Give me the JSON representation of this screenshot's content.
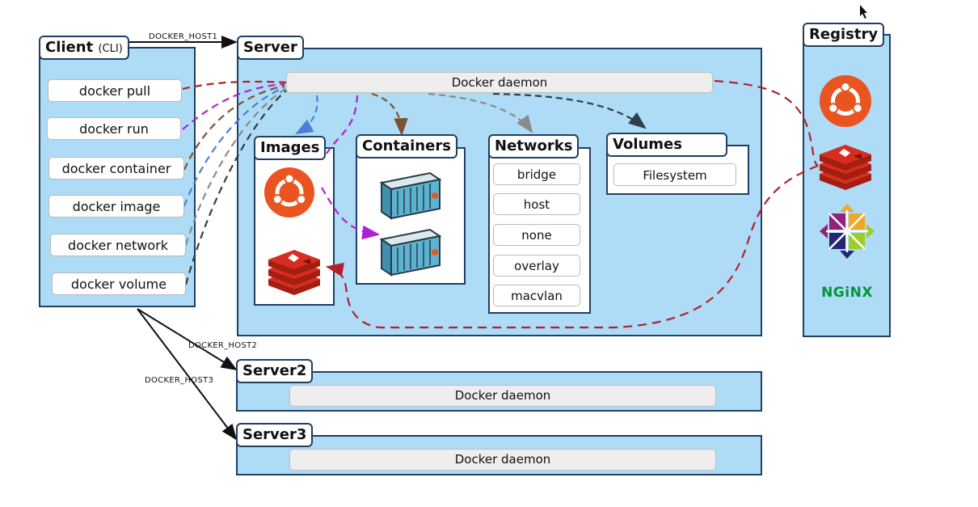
{
  "client": {
    "title": "Client",
    "title_suffix": "(CLI)",
    "commands": [
      "docker pull",
      "docker run",
      "docker container",
      "docker image",
      "docker network",
      "docker volume"
    ]
  },
  "server": {
    "title": "Server",
    "daemon": "Docker daemon",
    "images": {
      "title": "Images"
    },
    "containers": {
      "title": "Containers"
    },
    "networks": {
      "title": "Networks",
      "items": [
        "bridge",
        "host",
        "none",
        "overlay",
        "macvlan"
      ]
    },
    "volumes": {
      "title": "Volumes",
      "items": [
        "Filesystem"
      ]
    }
  },
  "server2": {
    "title": "Server2",
    "daemon": "Docker daemon"
  },
  "server3": {
    "title": "Server3",
    "daemon": "Docker daemon"
  },
  "registry": {
    "title": "Registry",
    "nginx_label": "NGiNX"
  },
  "host_labels": {
    "host1": "DOCKER_HOST1",
    "host2": "DOCKER_HOST2",
    "host3": "DOCKER_HOST3"
  },
  "colors": {
    "panel": "#aedcf7",
    "border": "#1f3f63",
    "ubuntu": "#e95420",
    "redis": "#d82c20",
    "nginx": "#009639",
    "arrow_red": "#b3202a",
    "arrow_purple": "#b020d0"
  }
}
